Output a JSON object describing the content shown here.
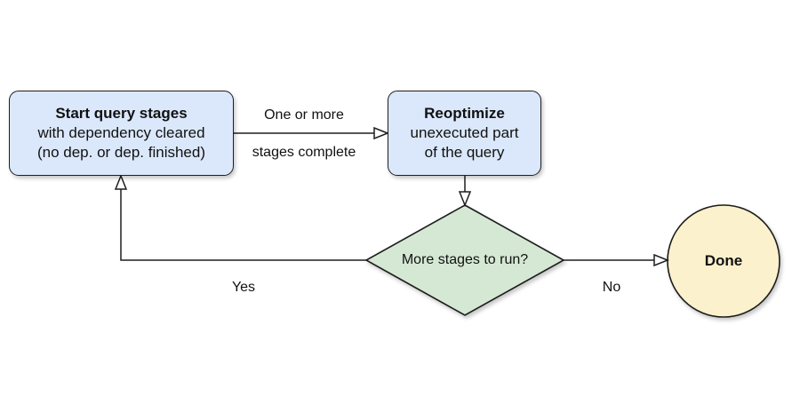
{
  "colors": {
    "process_fill": "#dbe8fb",
    "decision_fill": "#d5e8d4",
    "terminal_fill": "#fbf1cc",
    "stroke": "#1f1f1f"
  },
  "nodes": {
    "start": {
      "title": "Start query stages",
      "line2": "with dependency cleared",
      "line3": "(no dep. or dep. finished)"
    },
    "reoptimize": {
      "title": "Reoptimize",
      "line2": "unexecuted part",
      "line3": "of the query"
    },
    "decision": {
      "label": "More stages to run?"
    },
    "done": {
      "label": "Done"
    }
  },
  "edges": {
    "start_to_reoptimize": {
      "label_top": "One or more",
      "label_bottom": "stages complete"
    },
    "decision_yes": {
      "label": "Yes"
    },
    "decision_no": {
      "label": "No"
    }
  }
}
